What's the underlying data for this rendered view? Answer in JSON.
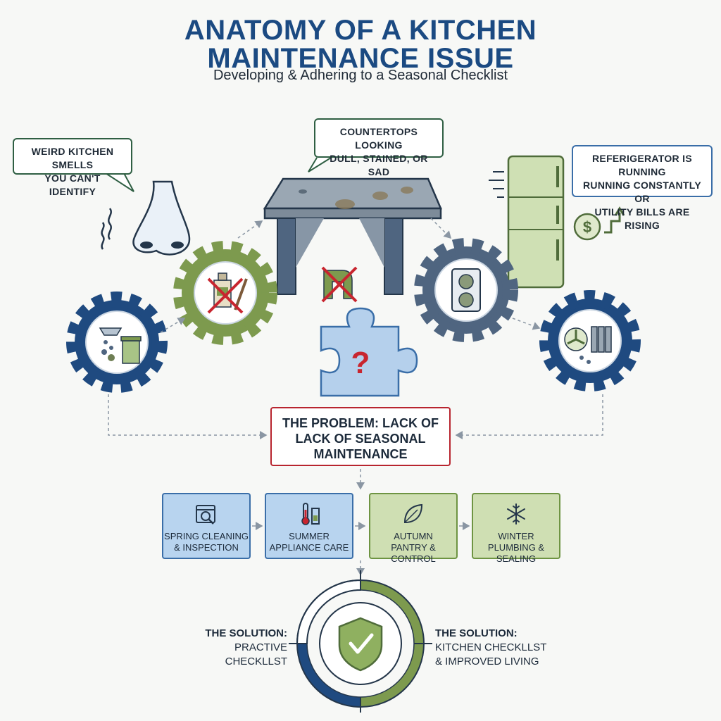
{
  "title": {
    "line1": "ANATOMY OF A KITCHEN",
    "line2": "MAINTENANCE ISSUE",
    "subtitle": "Developing & Adhering to a Seasonal Checklist"
  },
  "symptoms": {
    "smells": [
      "WEIRD KITCHEN SMELLS",
      "YOU CAN'T IDENTIFY"
    ],
    "countertops": [
      "COUNTERTOPS LOOKING",
      "DULL, STAINED, OR SAD"
    ],
    "refrigerator": [
      "REFERIGERATOR IS RUNNING",
      "RUNNING CONSTANTLY OR",
      "UTILITY BILLS ARE RISING"
    ]
  },
  "problem": [
    "THE PROBLEM: LACK OF",
    "LACK OF SEASONAL",
    "MAINTENANCE"
  ],
  "seasons": [
    {
      "line1": "SPRING CLEANING",
      "line2": "& INSPECTION",
      "icon": "inspection-calendar-icon"
    },
    {
      "line1": "SUMMER",
      "line2": "APPLIANCE CARE",
      "icon": "thermometer-icon"
    },
    {
      "line1": "AUTUMN",
      "line2": "PANTRY & CONTROL",
      "icon": "leaf-icon"
    },
    {
      "line1": "WINTER",
      "line2": "PLUMBING & SEALING",
      "icon": "snowflake-icon"
    }
  ],
  "solution": {
    "left": [
      "THE SOLUTION:",
      "PRACTIVE CHECKLLST"
    ],
    "right": [
      "THE SOLUTION:",
      "KITCHEN CHECKLLST",
      "& IMPROVED LIVING"
    ]
  },
  "colors": {
    "navy": "#1b4a82",
    "green": "#6e9442",
    "red": "#b8252f",
    "steel": "#4f6580"
  }
}
